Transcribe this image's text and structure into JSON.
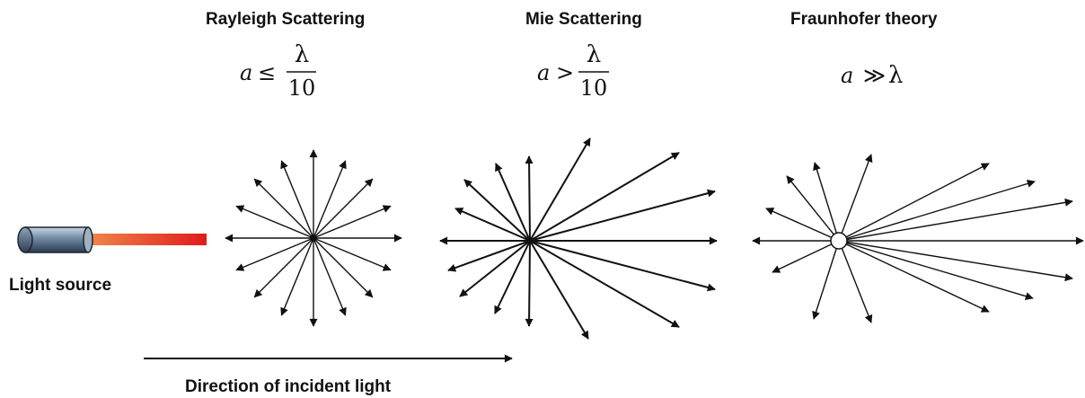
{
  "panels": {
    "rayleigh": {
      "title": "Rayleigh Scattering",
      "condition": {
        "var": "a",
        "op": "≤",
        "num": "λ",
        "den": "10"
      }
    },
    "mie": {
      "title": "Mie Scattering",
      "condition": {
        "var": "a",
        "op": ">",
        "num": "λ",
        "den": "10"
      }
    },
    "fraunhofer": {
      "title": "Fraunhofer theory",
      "condition": {
        "var": "a",
        "op": "≫",
        "rhs": "λ"
      }
    }
  },
  "source_label": "Light source",
  "direction_label": "Direction of incident light",
  "colors": {
    "ink": "#111111",
    "beam_start": "#f08a4b",
    "beam_end": "#e01b1b",
    "laser_body": "#5b7390"
  }
}
